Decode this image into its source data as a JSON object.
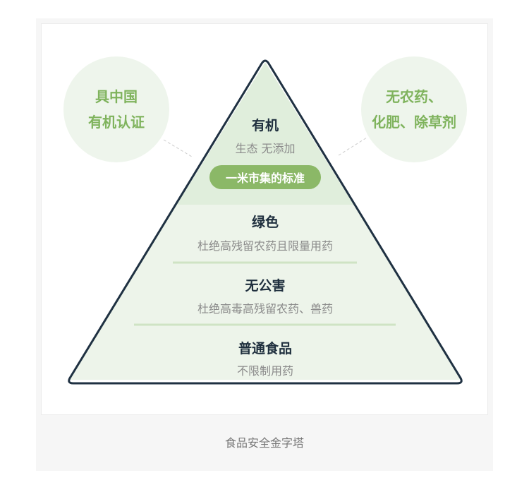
{
  "left_bubble": {
    "lines": [
      "具中国",
      "有机认证"
    ]
  },
  "right_bubble": {
    "lines": [
      "无农药、",
      "化肥、除草剂"
    ]
  },
  "tiers": [
    {
      "title": "有机",
      "desc": "生态 无添加",
      "badge": "一米市集的标准"
    },
    {
      "title": "绿色",
      "desc": "杜绝高残留农药且限量用药"
    },
    {
      "title": "无公害",
      "desc": "杜绝高毒高残留农药、兽药"
    },
    {
      "title": "普通食品",
      "desc": "不限制用药"
    }
  ],
  "caption": "食品安全金字塔",
  "colors": {
    "top_fill": "#e0eedc",
    "lower_fill": "#edf4ea",
    "outline": "#1f3142",
    "accent": "#8bb867",
    "divider": "#cfe3c4"
  }
}
